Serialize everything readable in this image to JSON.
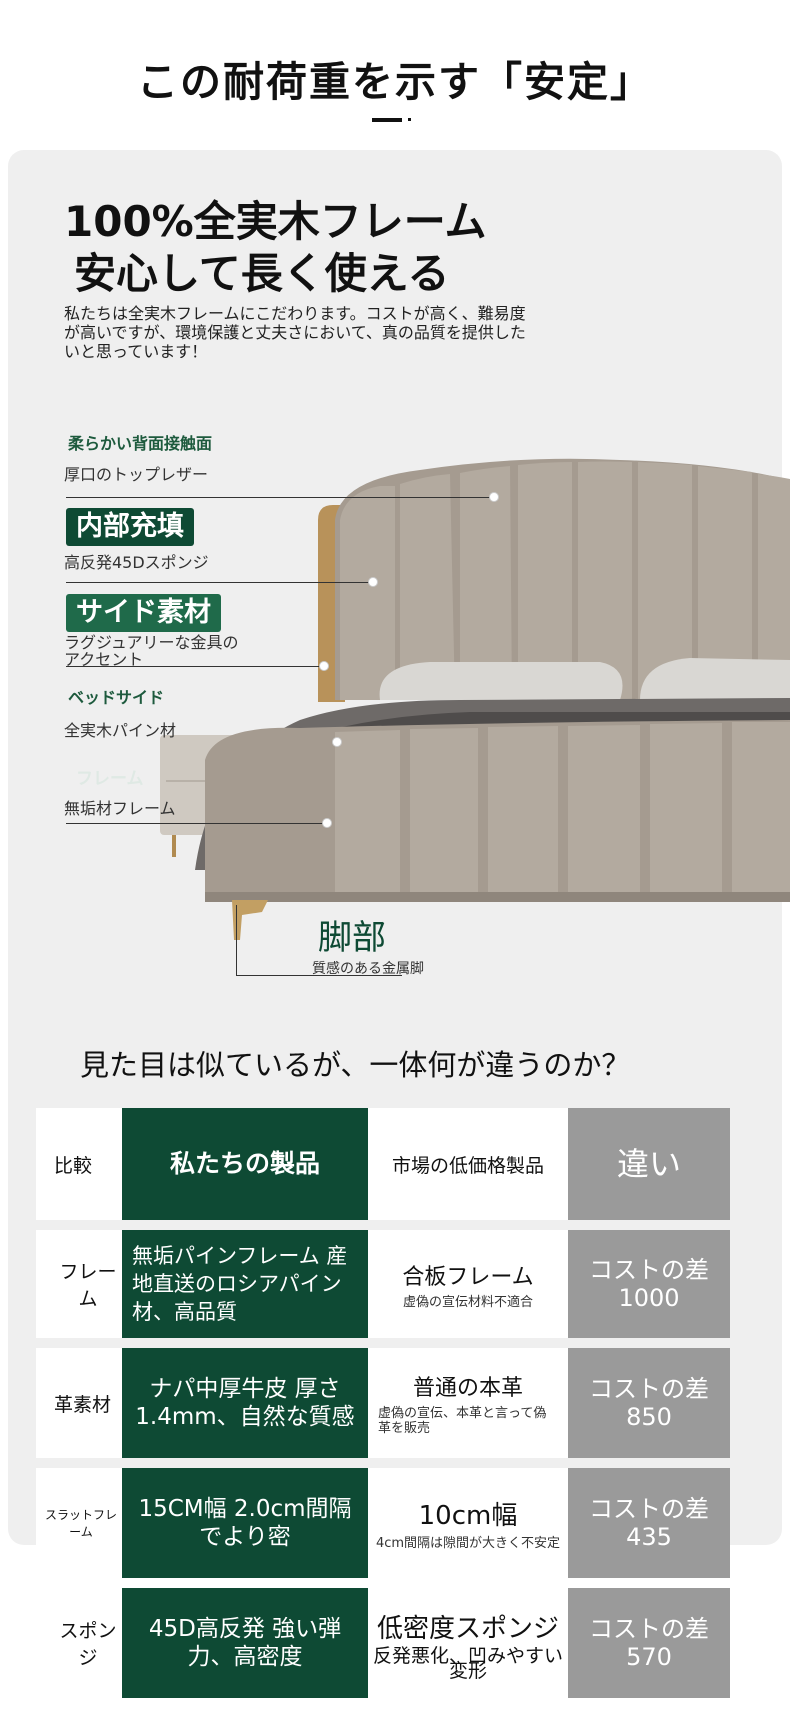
{
  "title": "この耐荷重を示す「安定」",
  "hero": {
    "line1": "100%全実木フレーム",
    "line2": "安心して長く使える",
    "description": "私たちは全実木フレームにこだわります。コストが高く、難易度が高いですが、環境保護と丈夫さにおいて、真の品質を提供したいと思っています！"
  },
  "features": {
    "f1_title": "柔らかい背面接触面",
    "f1_desc": "厚口のトップレザー",
    "f2_badge": "内部充填",
    "f2_desc": "高反発45Dスポンジ",
    "f3_badge": "サイド素材",
    "f3_desc": "ラグジュアリーな金具のアクセント",
    "f4_title": "ベッドサイド",
    "f4_desc": "全実木パイン材",
    "f5_faint": "フレーム",
    "f5_desc": "無垢材フレーム",
    "legs_title": "脚部",
    "legs_desc": "質感のある金属脚"
  },
  "compare_title": "見た目は似ているが、一体何が違うのか？",
  "table": {
    "header": {
      "label": "比較",
      "ours": "私たちの製品",
      "market": "市場の低価格製品",
      "diff": "違い"
    },
    "rows": [
      {
        "label": "フレーム",
        "ours": "無垢パインフレーム 産地直送のロシアパイン材、高品質",
        "market_main": "合板フレーム",
        "market_sub": "虚偽の宣伝材料不適合",
        "diff_label": "コストの差",
        "diff_value": "1000"
      },
      {
        "label": "革素材",
        "ours": "ナパ中厚牛皮 厚さ1.4mm、自然な質感",
        "market_main": "普通の本革",
        "market_sub": "虚偽の宣伝、本革と言って偽革を販売",
        "diff_label": "コストの差",
        "diff_value": "850"
      },
      {
        "label": "スラットフレーム",
        "ours": "15CM幅 2.0cm間隔でより密",
        "market_main": "10cm幅",
        "market_sub": "4cm間隔は隙間が大きく不安定",
        "diff_label": "コストの差",
        "diff_value": "435"
      },
      {
        "label": "スポンジ",
        "ours": "45D高反発 強い弾力、高密度",
        "market_main": "低密度スポンジ",
        "market_sub": "反発悪化、凹みやすい変形",
        "diff_label": "コストの差",
        "diff_value": "570"
      }
    ]
  },
  "colors": {
    "green": "#0e4a34",
    "gray": "#9a9a9a",
    "panel": "#efefef"
  }
}
